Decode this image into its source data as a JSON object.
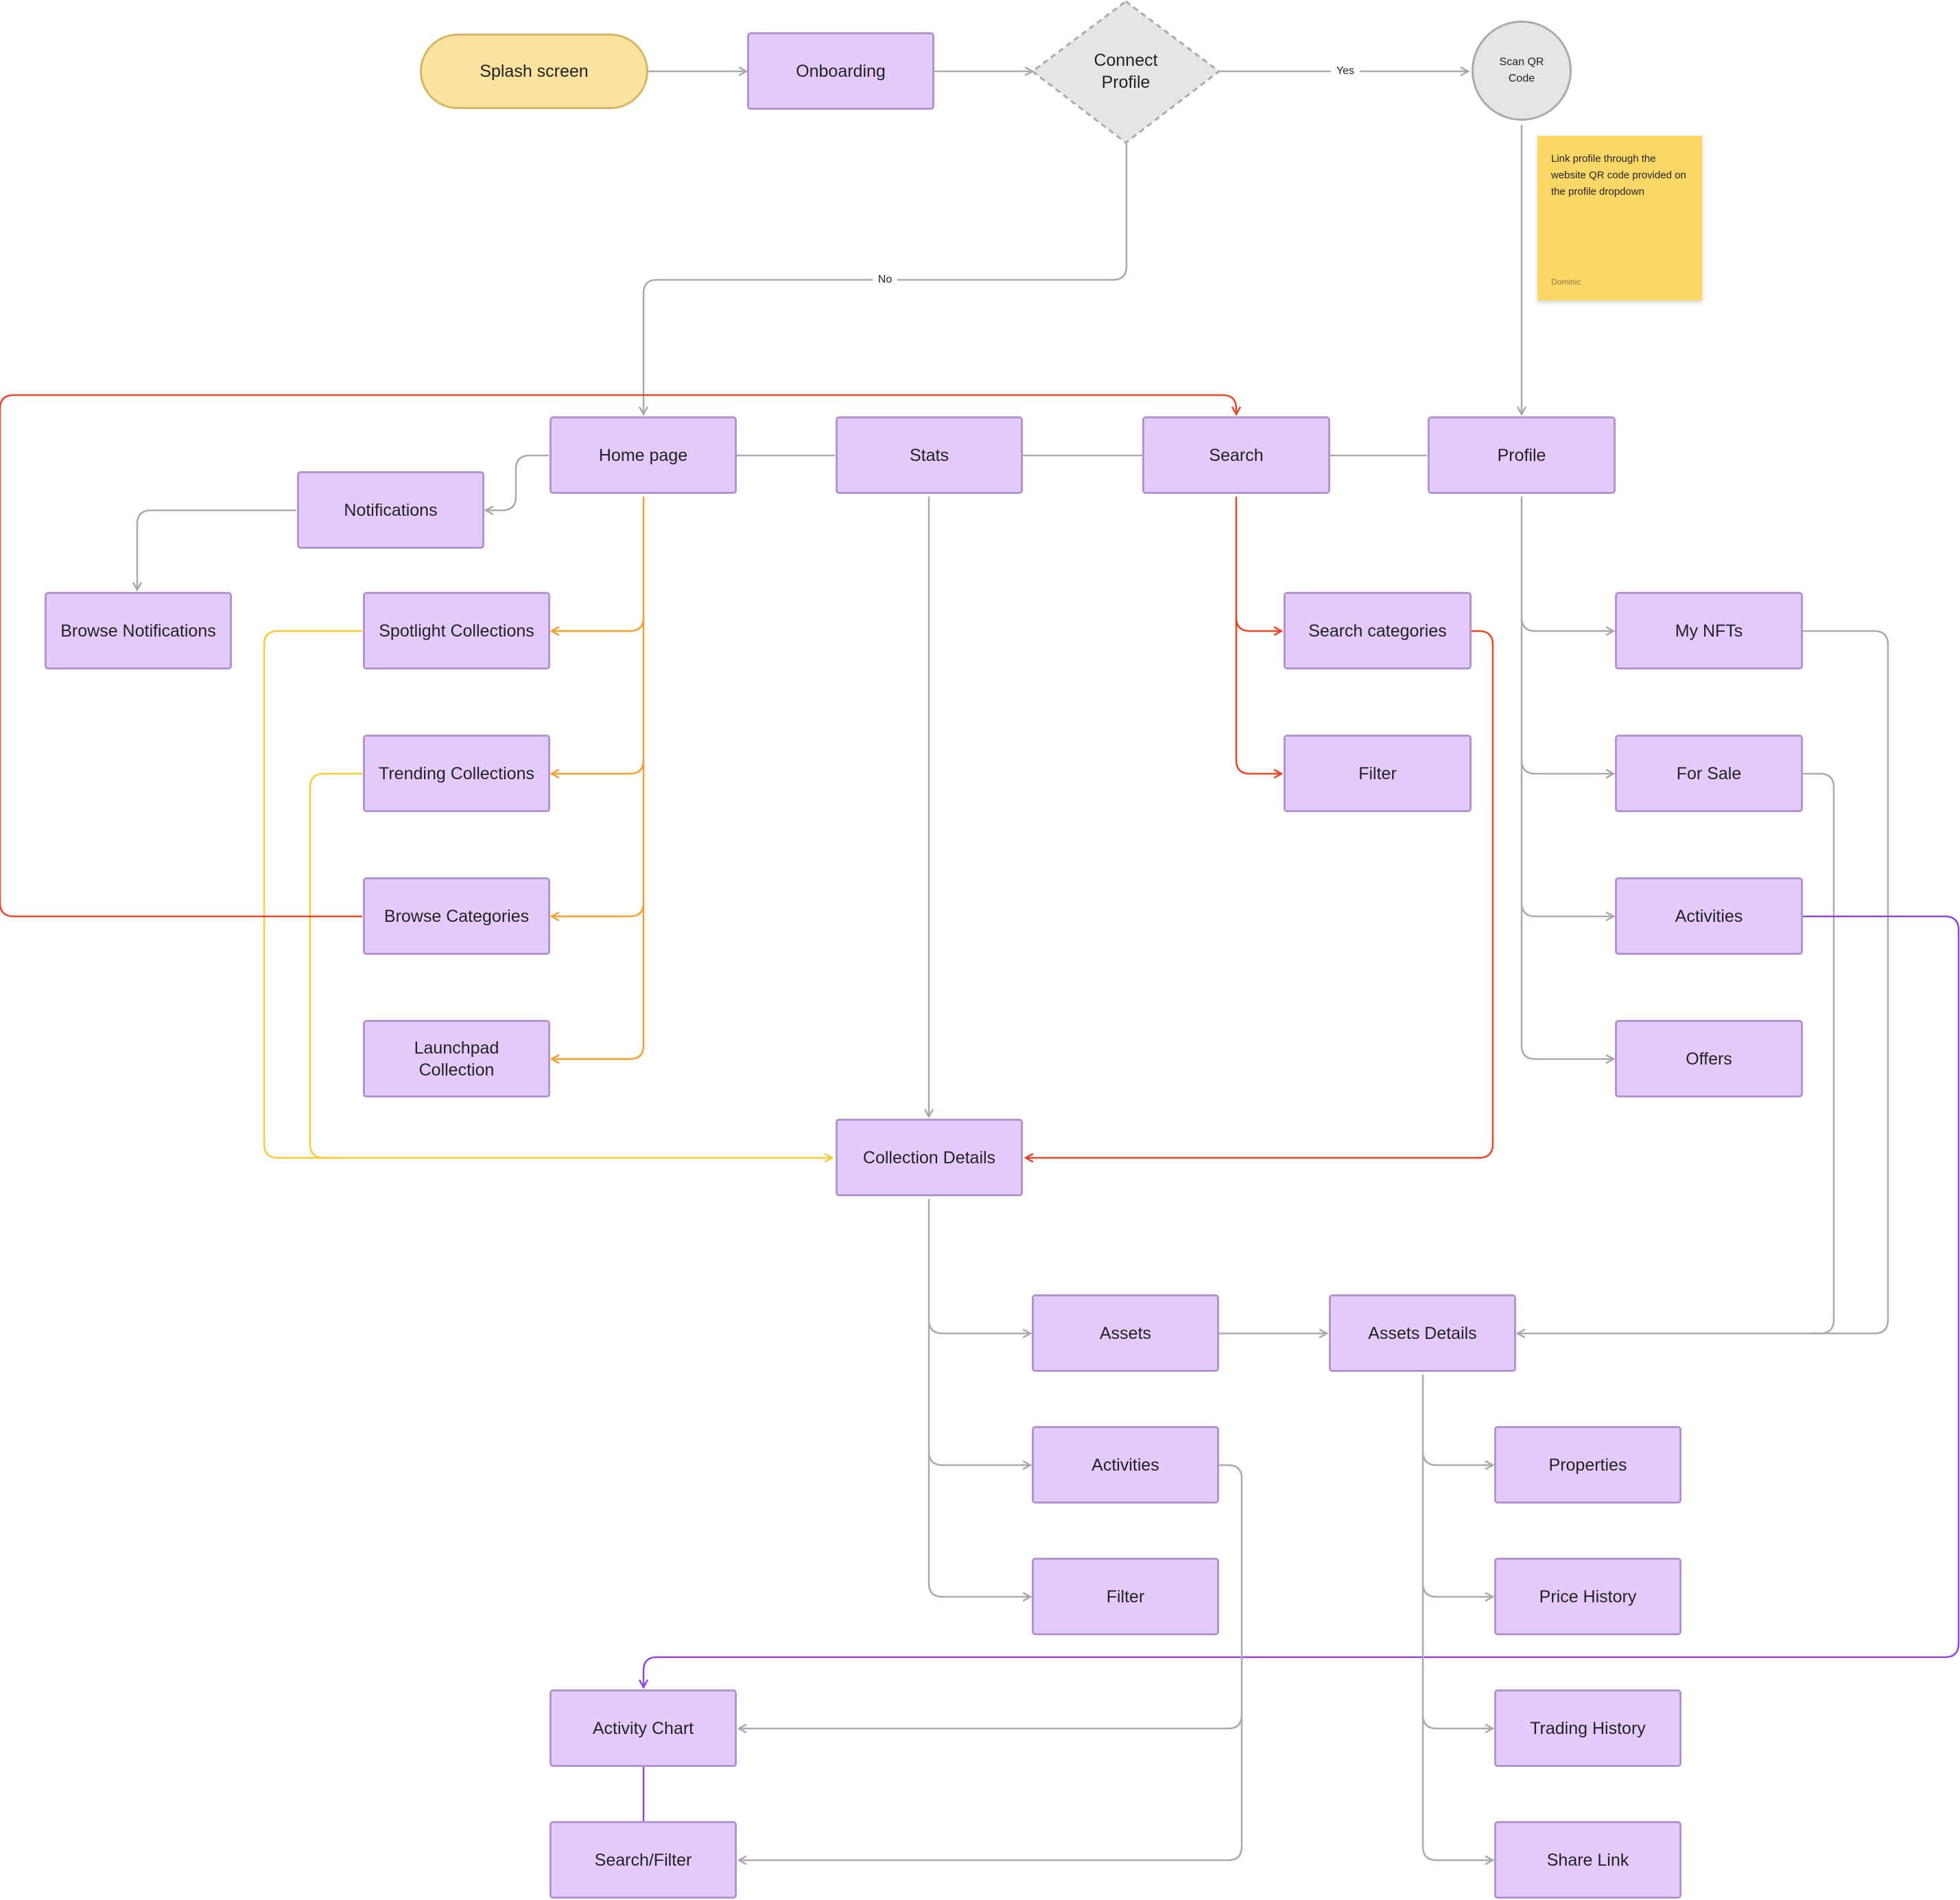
{
  "colors": {
    "node_fill": "#E3CCFD",
    "node_border": "#B394CC",
    "terminal_fill": "#FBE29E",
    "terminal_border": "#D5B663",
    "decision_fill": "#E5E5E5",
    "decision_border": "#AAAAAA",
    "sticky_fill": "#FDD867",
    "edge_gray": "#AAAAAA",
    "edge_red": "#E8472B",
    "edge_orange": "#F5A033",
    "edge_yellow": "#FCCB3B",
    "edge_purple": "#9146E0"
  },
  "nodes": {
    "splash": "Splash screen",
    "onboarding": "Onboarding",
    "connect_profile": "Connect Profile",
    "scan_qr": "Scan QR Code",
    "home": "Home page",
    "stats": "Stats",
    "search": "Search",
    "profile": "Profile",
    "notifications": "Notifications",
    "browse_notifications": "Browse Notifications",
    "spotlight": "Spotlight Collections",
    "trending": "Trending Collections",
    "browse_categories": "Browse Categories",
    "launchpad": "Launchpad Collection",
    "search_categories": "Search categories",
    "search_filter": "Filter",
    "my_nfts": "My NFTs",
    "for_sale": "For Sale",
    "profile_activities": "Activities",
    "offers": "Offers",
    "collection_details": "Collection Details",
    "assets": "Assets",
    "assets_details": "Assets Details",
    "collection_activities": "Activities",
    "collection_filter": "Filter",
    "properties": "Properties",
    "price_history": "Price History",
    "trading_history": "Trading History",
    "share_link": "Share Link",
    "activity_chart": "Activity Chart",
    "search_filter_bottom": "Search/Filter"
  },
  "edge_labels": {
    "yes": "Yes",
    "no": "No"
  },
  "sticky": {
    "text": "Link profile through the website QR code provided on the profile dropdown",
    "author": "Dominic"
  }
}
